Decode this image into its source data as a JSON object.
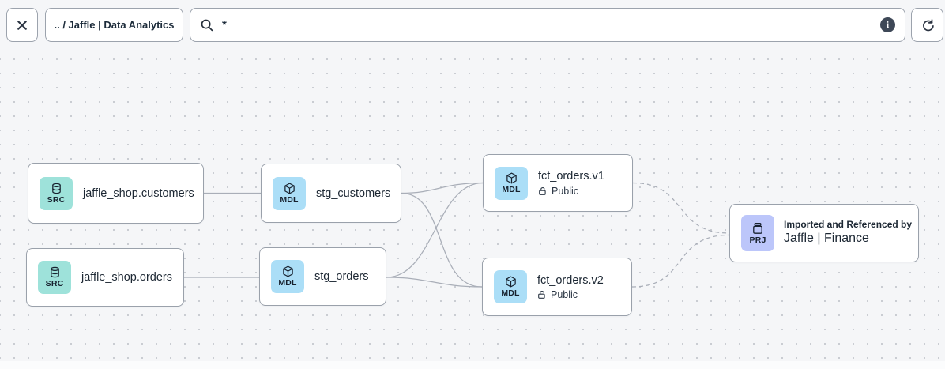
{
  "toolbar": {
    "breadcrumb": ".. / Jaffle | Data Analytics",
    "search": {
      "value": "*",
      "placeholder": ""
    },
    "info_glyph": "i"
  },
  "colors": {
    "canvas_bg": "#f5f6f8",
    "dot_grid": "#c9ccd2",
    "node_bg": "#ffffff",
    "node_border": "#9aa1ab",
    "text": "#1c2733",
    "badge_source": "#9ee2da",
    "badge_model": "#abdef7",
    "badge_project": "#bcc6fa",
    "edge": "#a9aeb8"
  },
  "graph": {
    "nodes": [
      {
        "id": "jaffle_shop.customers",
        "type": "source",
        "badge": "SRC",
        "title": "jaffle_shop.customers"
      },
      {
        "id": "jaffle_shop.orders",
        "type": "source",
        "badge": "SRC",
        "title": "jaffle_shop.orders"
      },
      {
        "id": "stg_customers",
        "type": "model",
        "badge": "MDL",
        "title": "stg_customers"
      },
      {
        "id": "stg_orders",
        "type": "model",
        "badge": "MDL",
        "title": "stg_orders"
      },
      {
        "id": "fct_orders.v1",
        "type": "model",
        "badge": "MDL",
        "title": "fct_orders.v1",
        "access": "Public"
      },
      {
        "id": "fct_orders.v2",
        "type": "model",
        "badge": "MDL",
        "title": "fct_orders.v2",
        "access": "Public"
      },
      {
        "id": "jaffle_finance",
        "type": "project",
        "badge": "PRJ",
        "subtitle": "Imported and Referenced by",
        "title": "Jaffle | Finance"
      }
    ],
    "edges": [
      {
        "from": "jaffle_shop.customers",
        "to": "stg_customers",
        "style": "solid"
      },
      {
        "from": "jaffle_shop.orders",
        "to": "stg_orders",
        "style": "solid"
      },
      {
        "from": "stg_customers",
        "to": "fct_orders.v1",
        "style": "solid"
      },
      {
        "from": "stg_customers",
        "to": "fct_orders.v2",
        "style": "solid"
      },
      {
        "from": "stg_orders",
        "to": "fct_orders.v1",
        "style": "solid"
      },
      {
        "from": "stg_orders",
        "to": "fct_orders.v2",
        "style": "solid"
      },
      {
        "from": "fct_orders.v1",
        "to": "jaffle_finance",
        "style": "dashed"
      },
      {
        "from": "fct_orders.v2",
        "to": "jaffle_finance",
        "style": "dashed"
      }
    ]
  }
}
